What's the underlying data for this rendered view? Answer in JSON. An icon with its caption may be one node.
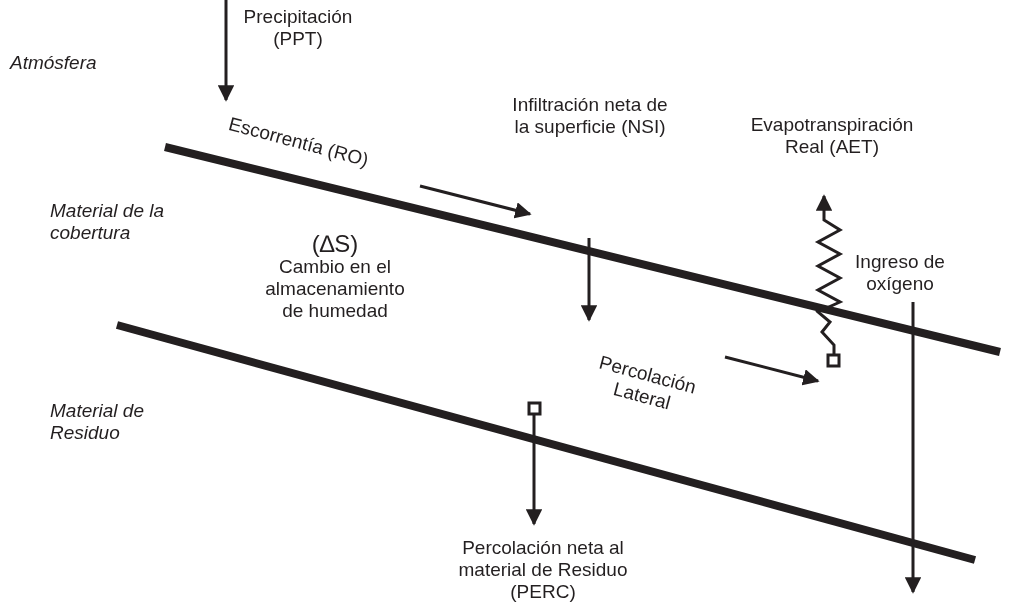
{
  "diagram": {
    "labels": [
      "Precipitación (PPT)",
      "Atmósfera",
      "Escorrentía (RO)",
      "Infiltración neta de la superficie (NSI)",
      "Evapotranspiración Real (AET)",
      "Material de la cobertura",
      "(∆S)",
      "Cambio en el almacenamiento de humedad",
      "Ingreso de oxígeno",
      "Percolación Lateral",
      "Material de Residuo",
      "Percolación neta al material de Residuo (PERC)"
    ]
  }
}
